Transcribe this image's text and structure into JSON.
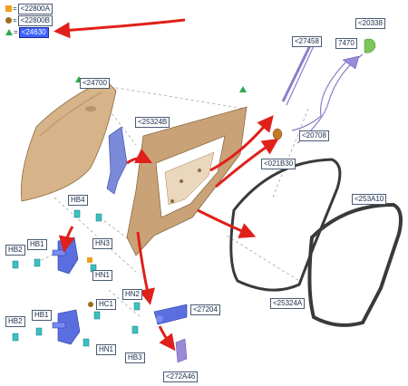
{
  "legend": [
    {
      "symbol": "square-icon",
      "color": "#f0a020",
      "text": "<22800A"
    },
    {
      "symbol": "circle-icon",
      "color": "#a06a20",
      "text": "<22800B"
    },
    {
      "symbol": "triangle-icon",
      "color": "#2ea84a",
      "text": "<24630"
    }
  ],
  "labels": {
    "l_20338": "<20338",
    "l_27458": "<27458",
    "l_7470": "7470",
    "l_24700": "<24700",
    "l_25324B": "<25324B",
    "l_021B30": "<021B30",
    "l_20708": "<20708",
    "l_253A10": "<253A10",
    "l_25324A": "<25324A",
    "l_HB4": "HB4",
    "l_HB2a": "HB2",
    "l_HB1a": "HB1",
    "l_HN3": "HN3",
    "l_HN1a": "HN1",
    "l_HC1": "HC1",
    "l_HN2": "HN2",
    "l_27204": "<27204",
    "l_HB2b": "HB2",
    "l_HB1b": "HB1",
    "l_HN1b": "HN1",
    "l_HB3": "HB3",
    "l_272A46": "<272A46"
  },
  "colors": {
    "door_skin": "#d6b388",
    "door_inner": "#c9a377",
    "seal": "#3a3a3a",
    "arrow": "#e0201a",
    "hinge": "#5a6ee0",
    "bolt": "#3cc0c0",
    "cable": "#8a7fc8",
    "clip_green": "#7cc65a",
    "label_highlight": "#3d63ff"
  }
}
